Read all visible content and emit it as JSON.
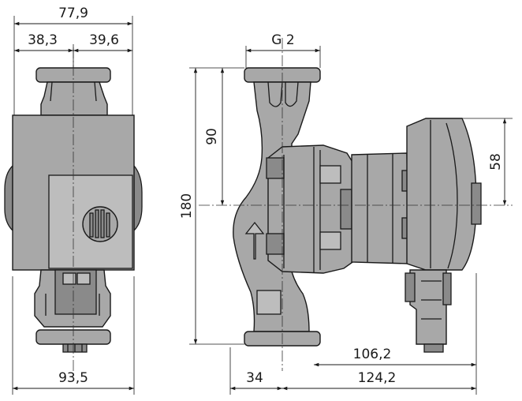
{
  "dimensions": {
    "front_width_top": "77,9",
    "front_left_half": "38,3",
    "front_right_half": "39,6",
    "front_width_bottom": "93,5",
    "thread": "G 2",
    "pump_height": "180",
    "half_height": "90",
    "motor_offset": "58",
    "flange_depth": "34",
    "motor_length": "106,2",
    "overall_length": "124,2"
  }
}
